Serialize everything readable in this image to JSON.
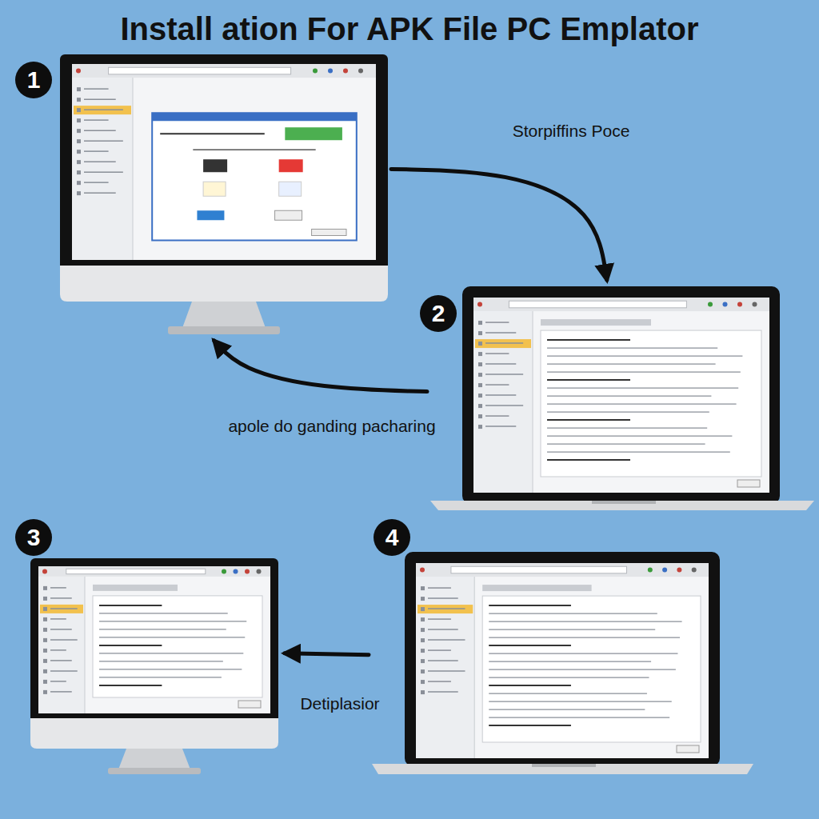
{
  "diagram": {
    "title": "Install ation For APK File PC Emplator",
    "nodes": [
      {
        "text": [
          "1"
        ]
      },
      {
        "text": [
          "2"
        ]
      },
      {
        "text": [
          "3"
        ]
      },
      {
        "text": [
          "4"
        ]
      }
    ],
    "edges": [
      {
        "from": 0,
        "to": 1,
        "arrow": "to",
        "label": "Storpiffins Poce"
      },
      {
        "from": 1,
        "to": 0,
        "arrow": "to",
        "label": "apole do ganding pacharing"
      },
      {
        "from": 3,
        "to": 2,
        "arrow": "to",
        "label": "Detiplasior"
      }
    ]
  }
}
